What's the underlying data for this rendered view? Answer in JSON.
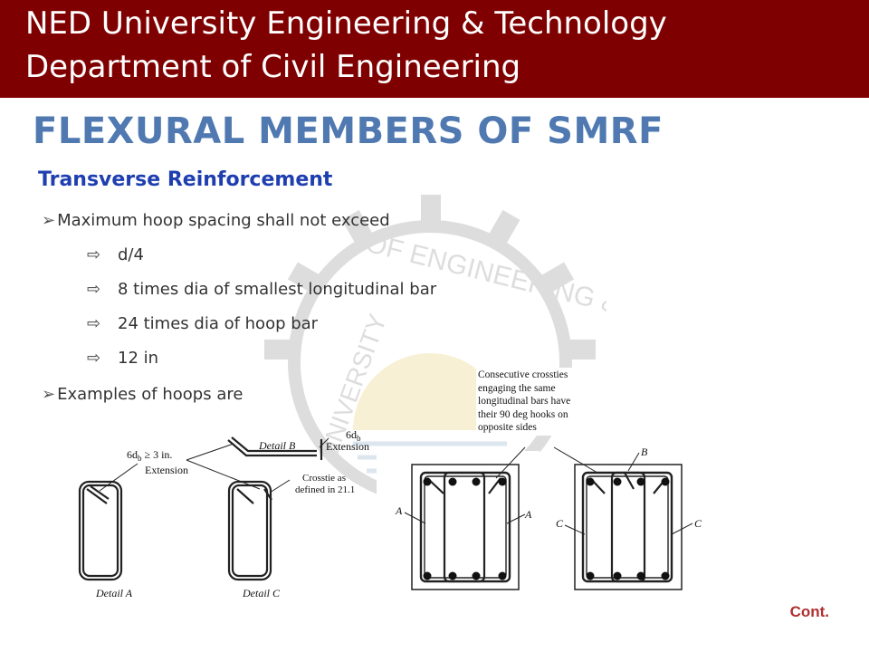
{
  "header": {
    "line1": "NED University Engineering & Technology",
    "line2": "Department of Civil Engineering"
  },
  "slide": {
    "title": "FLEXURAL MEMBERS OF SMRF",
    "subheading": "Transverse Reinforcement",
    "bullet1": "Maximum hoop spacing shall not exceed",
    "limits": [
      "d/4",
      "8 times dia of smallest longitudinal bar",
      "24 times dia of hoop bar",
      "12 in"
    ],
    "bullet2": "Examples of hoops are",
    "cont": "Cont."
  },
  "icons": {
    "bullet": "arrowhead-bullet-icon",
    "sub_bullet": "outlined-right-arrow-icon",
    "watermark": "university-gear-emblem-icon"
  },
  "watermark_text": {
    "arc": "OF ENGINEERING & TECHNO",
    "left_arc": "UNIVERSITY"
  },
  "figure": {
    "label_6db_ext": "6d",
    "label_6db_ext_sub": "b",
    "label_6db_ext_cond": " ≥ 3 in.",
    "label_extension": "Extension",
    "label_detail_b": "Detail B",
    "label_6db_top": "6d",
    "label_6db_top_sub": "b",
    "label_extension_right": "Extension",
    "label_crosstie_1": "Crosstie as",
    "label_crosstie_2": "defined in 21.1",
    "label_detail_a": "Detail A",
    "label_detail_c": "Detail C",
    "caption": "Consecutive crossties engaging the same longitudinal bars have their 90 deg hooks on opposite sides",
    "label_a_left": "A",
    "label_a_right": "A",
    "label_b": "B",
    "label_c_left": "C",
    "label_c_right": "C"
  },
  "colors": {
    "header_bg": "#7f0000",
    "title": "#4f79b0",
    "subheading": "#1f3fb0",
    "cont": "#b03030"
  }
}
